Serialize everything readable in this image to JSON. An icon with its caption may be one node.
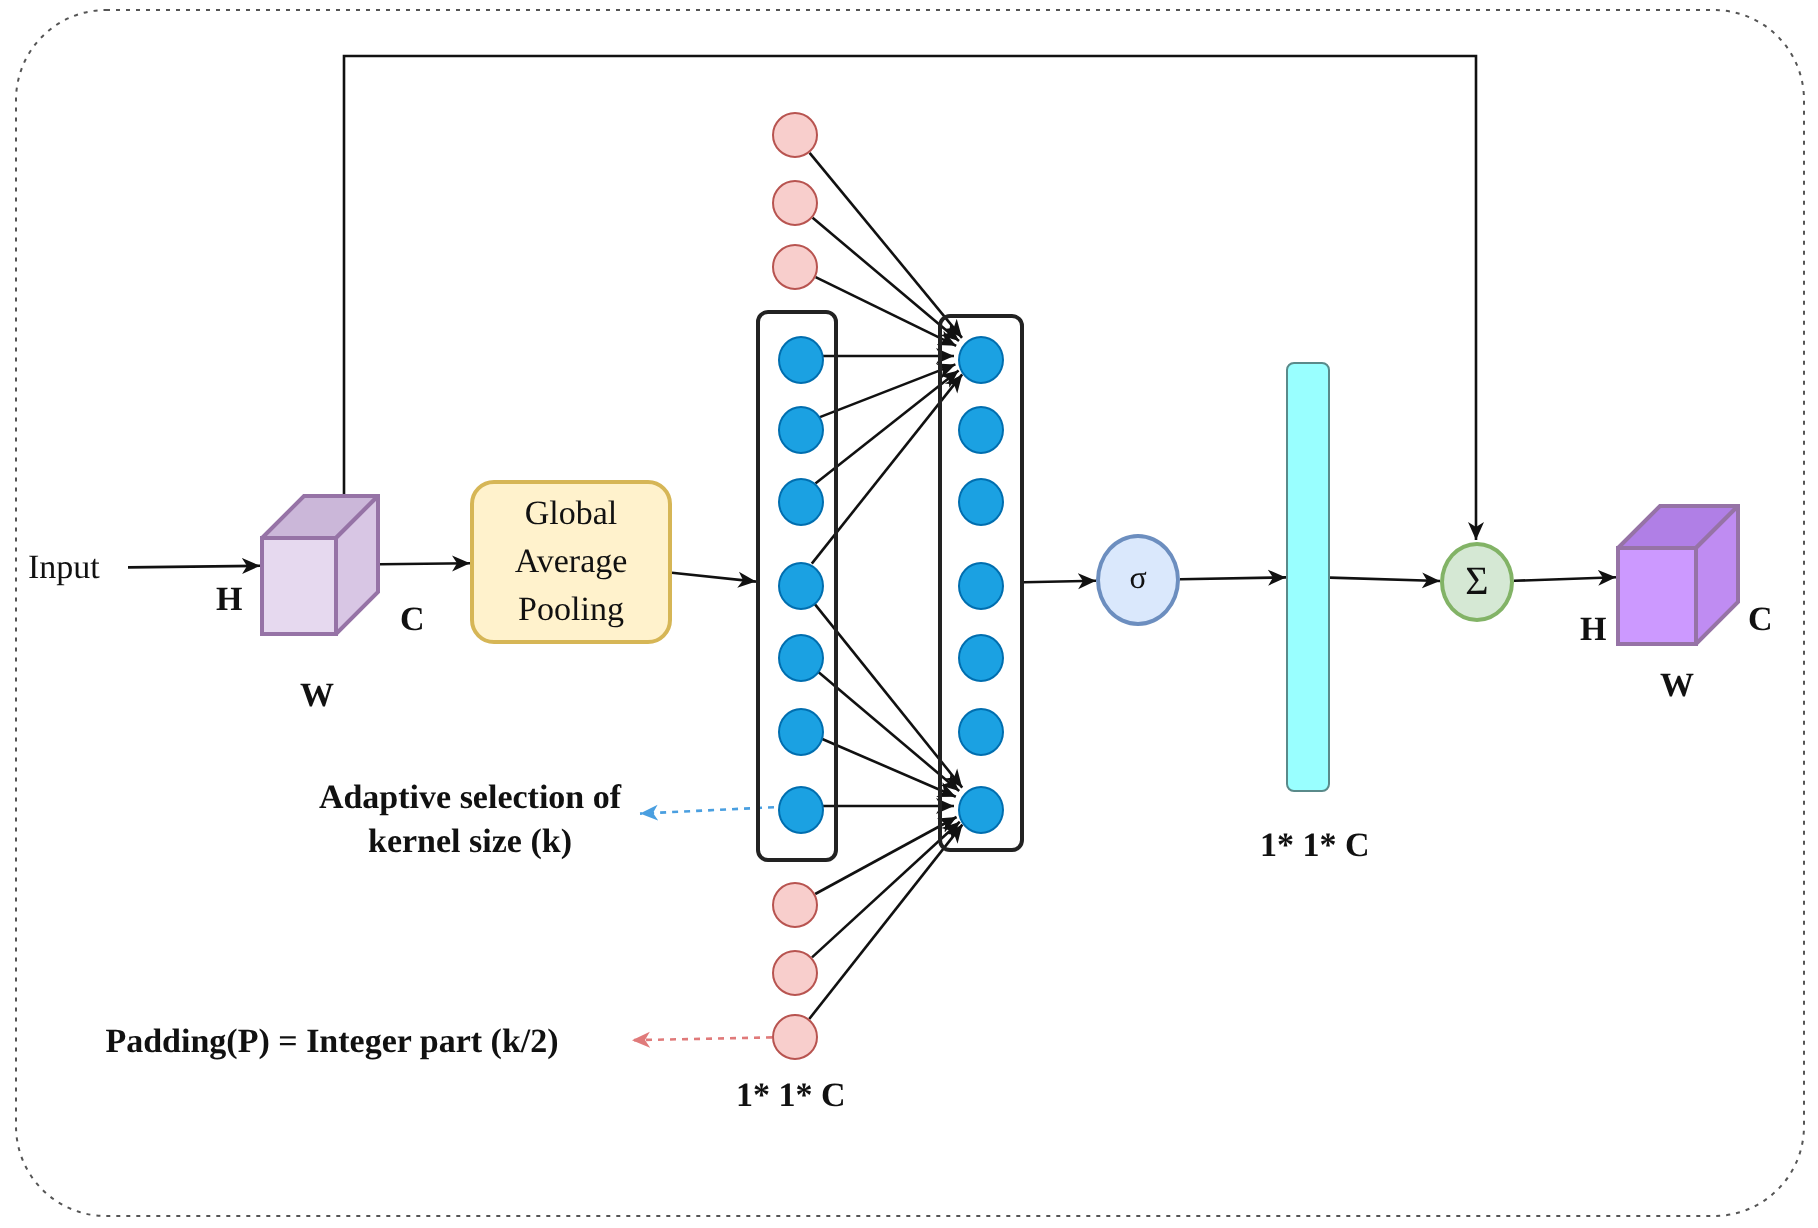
{
  "diagram": {
    "nodes": [
      {
        "text": [
          "Input"
        ]
      },
      {
        "text": [],
        "shape": "cube",
        "beside": [
          "H",
          "C",
          "W"
        ]
      },
      {
        "text": [
          "Global Average Pooling"
        ]
      },
      {
        "text": [],
        "shape": "box"
      },
      {
        "text": [],
        "shape": "circle"
      },
      {
        "text": [],
        "shape": "circle"
      },
      {
        "text": [],
        "shape": "circle"
      },
      {
        "text": [],
        "shape": "circle",
        "in": 3
      },
      {
        "text": [],
        "shape": "circle",
        "in": 3
      },
      {
        "text": [],
        "shape": "circle",
        "in": 3
      },
      {
        "text": [],
        "shape": "circle",
        "in": 3
      },
      {
        "text": [],
        "shape": "circle",
        "in": 3
      },
      {
        "text": [],
        "shape": "circle",
        "in": 3
      },
      {
        "text": [],
        "shape": "circle",
        "in": 3
      },
      {
        "text": [],
        "shape": "circle"
      },
      {
        "text": [],
        "shape": "circle"
      },
      {
        "text": [],
        "shape": "circle"
      },
      {
        "text": [],
        "shape": "box"
      },
      {
        "text": [],
        "shape": "circle",
        "in": 17
      },
      {
        "text": [],
        "shape": "circle",
        "in": 17
      },
      {
        "text": [],
        "shape": "circle",
        "in": 17
      },
      {
        "text": [],
        "shape": "circle",
        "in": 17
      },
      {
        "text": [],
        "shape": "circle",
        "in": 17
      },
      {
        "text": [],
        "shape": "circle",
        "in": 17
      },
      {
        "text": [],
        "shape": "circle",
        "in": 17
      },
      {
        "text": [
          "σ"
        ]
      },
      {
        "text": [],
        "shape": "bar",
        "beside": [
          "1* 1* C"
        ]
      },
      {
        "text": [
          "Σ"
        ]
      },
      {
        "text": [],
        "shape": "cube",
        "beside": [
          "H",
          "C",
          "W"
        ]
      },
      {
        "text": [
          "Adaptive selection of kernel size (k)"
        ]
      },
      {
        "text": [
          "Padding(P) = Integer part (k/2)"
        ]
      }
    ],
    "edges": [
      {
        "from": 0,
        "to": 1,
        "arrow": "to"
      },
      {
        "from": 1,
        "to": 2,
        "arrow": "to"
      },
      {
        "from": 1,
        "to": 27,
        "arrow": "to"
      },
      {
        "from": 2,
        "to": 3,
        "arrow": "to"
      },
      {
        "from": 4,
        "to": 18,
        "arrow": "to"
      },
      {
        "from": 5,
        "to": 18,
        "arrow": "to"
      },
      {
        "from": 6,
        "to": 18,
        "arrow": "to"
      },
      {
        "from": 7,
        "to": 18,
        "arrow": "to"
      },
      {
        "from": 8,
        "to": 18,
        "arrow": "to"
      },
      {
        "from": 9,
        "to": 18,
        "arrow": "to"
      },
      {
        "from": 10,
        "to": 18,
        "arrow": "to"
      },
      {
        "from": 10,
        "to": 24,
        "arrow": "to"
      },
      {
        "from": 11,
        "to": 24,
        "arrow": "to"
      },
      {
        "from": 12,
        "to": 24,
        "arrow": "to"
      },
      {
        "from": 13,
        "to": 24,
        "arrow": "to"
      },
      {
        "from": 14,
        "to": 24,
        "arrow": "to"
      },
      {
        "from": 15,
        "to": 24,
        "arrow": "to"
      },
      {
        "from": 16,
        "to": 24,
        "arrow": "to"
      },
      {
        "from": 17,
        "to": 25,
        "arrow": "to"
      },
      {
        "from": 25,
        "to": 26,
        "arrow": "to"
      },
      {
        "from": 26,
        "to": 27,
        "arrow": "to"
      },
      {
        "from": 27,
        "to": 28,
        "arrow": "to"
      },
      {
        "from": 13,
        "to": 29,
        "arrow": "to",
        "style": "dashed",
        "color": "#4a9fe0"
      },
      {
        "from": 16,
        "to": 30,
        "arrow": "to",
        "style": "dashed",
        "color": "#e07a7a"
      }
    ],
    "labels": [
      "1* 1* C"
    ]
  }
}
